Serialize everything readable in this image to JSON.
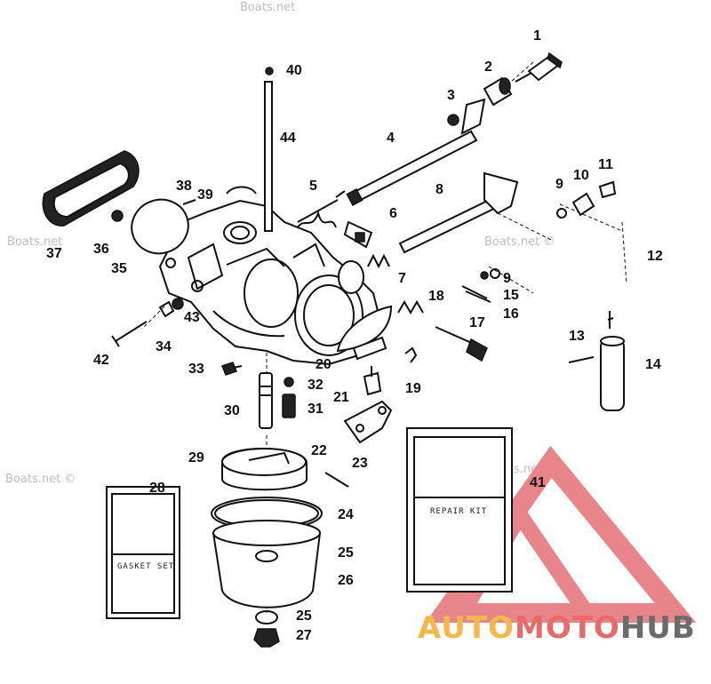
{
  "watermarks": [
    "Boats.net",
    "Boats.net",
    "Boats.net ©",
    "Boats.net ©",
    "Boats.net ©"
  ],
  "kit_cards": {
    "gasket_set": "GASKET SET",
    "repair_kit": "REPAIR KIT"
  },
  "brand": {
    "part1": "AUTO",
    "part2": "MOTO",
    "part3": "HUB",
    "color1": "#f5b84a",
    "color2": "#e86a6a",
    "color3": "#6b6b6b",
    "logo_color": "#e8858a"
  },
  "callouts": [
    "1",
    "2",
    "3",
    "4",
    "5",
    "6",
    "7",
    "8",
    "9",
    "10",
    "11",
    "12",
    "13",
    "14",
    "15",
    "16",
    "17",
    "18",
    "19",
    "20",
    "21",
    "22",
    "23",
    "24",
    "25",
    "26",
    "27",
    "28",
    "29",
    "30",
    "31",
    "32",
    "33",
    "34",
    "35",
    "36",
    "37",
    "38",
    "39",
    "40",
    "41",
    "42",
    "43",
    "44",
    "9",
    "25"
  ]
}
